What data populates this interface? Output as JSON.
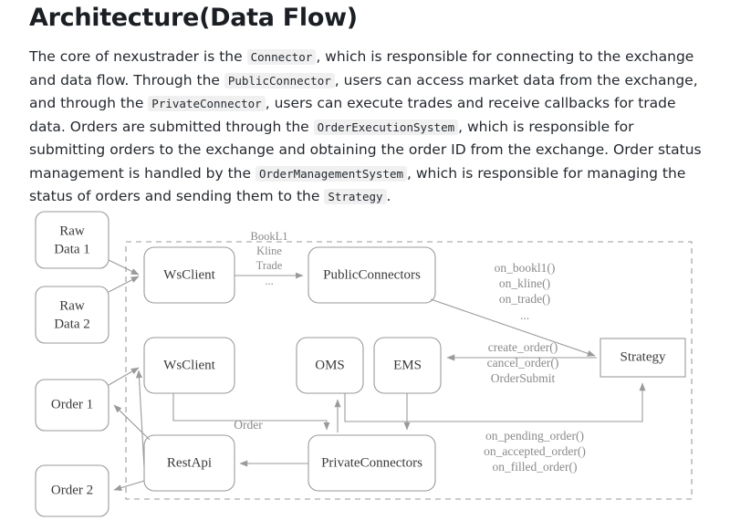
{
  "page": {
    "title": "Architecture(Data Flow)",
    "paragraph_parts": [
      {
        "type": "text",
        "value": "The core of nexustrader is the "
      },
      {
        "type": "code",
        "value": "Connector"
      },
      {
        "type": "text",
        "value": ", which is responsible for connecting to the exchange and data flow. Through the "
      },
      {
        "type": "code",
        "value": "PublicConnector"
      },
      {
        "type": "text",
        "value": ", users can access market data from the exchange, and through the "
      },
      {
        "type": "code",
        "value": "PrivateConnector"
      },
      {
        "type": "text",
        "value": ", users can execute trades and receive callbacks for trade data. Orders are submitted through the "
      },
      {
        "type": "code",
        "value": "OrderExecutionSystem"
      },
      {
        "type": "text",
        "value": ", which is responsible for submitting orders to the exchange and obtaining the order ID from the exchange. Order status management is handled by the "
      },
      {
        "type": "code",
        "value": "OrderManagementSystem"
      },
      {
        "type": "text",
        "value": ", which is responsible for managing the status of orders and sending them to the "
      },
      {
        "type": "code",
        "value": "Strategy"
      },
      {
        "type": "text",
        "value": "."
      }
    ]
  },
  "diagram": {
    "nodes": {
      "raw_data_1_line1": "Raw",
      "raw_data_1_line2": "Data 1",
      "raw_data_2_line1": "Raw",
      "raw_data_2_line2": "Data 2",
      "order_1": "Order 1",
      "order_2": "Order 2",
      "ws_client_public": "WsClient",
      "ws_client_private": "WsClient",
      "public_connectors": "PublicConnectors",
      "private_connectors": "PrivateConnectors",
      "oms": "OMS",
      "ems": "EMS",
      "rest_api": "RestApi",
      "strategy": "Strategy"
    },
    "edge_labels": {
      "market_data_1": "BookL1",
      "market_data_2": "Kline",
      "market_data_3": "Trade",
      "market_data_4": "...",
      "callbacks_1": "on_bookl1()",
      "callbacks_2": "on_kline()",
      "callbacks_3": "on_trade()",
      "callbacks_4": "...",
      "order_cmds_1": "create_order()",
      "order_cmds_2": "cancel_order()",
      "order_cmds_3": "OrderSubmit",
      "order_flow": "Order",
      "order_callbacks_1": "on_pending_order()",
      "order_callbacks_2": "on_accepted_order()",
      "order_callbacks_3": "on_filled_order()"
    }
  },
  "colors": {
    "stroke": "#9a9a9a",
    "node_text": "#3a3a3a",
    "edge_text": "#8a8a8a",
    "body_text": "#24292e",
    "code_bg": "#f0f0f0"
  }
}
